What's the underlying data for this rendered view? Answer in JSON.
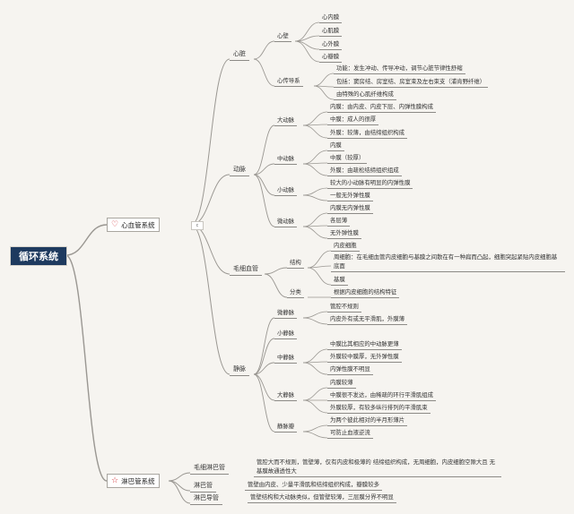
{
  "root": "循环系统",
  "icons": {
    "heart": "heart-icon",
    "star": "star-icon",
    "accent": "#d0282e",
    "root_bg": "#1e3a5f"
  },
  "cv": {
    "label": "心血管系统",
    "stub": "c",
    "heart": {
      "label": "心脏",
      "wall": {
        "label": "心壁",
        "items": [
          "心内膜",
          "心肌膜",
          "心外膜",
          "心瓣膜"
        ]
      },
      "conduct": {
        "label": "心传导系",
        "items": [
          "功能：发生冲动、传导冲动，调节心脏节律性舒缩",
          "包括：窦房结、房室结、房室束及左右束支（浦肯野纤维）",
          "由特殊的心肌纤维构成"
        ]
      }
    },
    "artery": {
      "label": "动脉",
      "large": {
        "label": "大动脉",
        "items": [
          "内膜：由内皮、内皮下层、内弹性膜构成",
          "中膜：成人的很厚",
          "外膜：较薄，由结缔组织构成"
        ]
      },
      "medium": {
        "label": "中动脉",
        "items": [
          "内膜",
          "中膜（较厚）",
          "外膜：由疏松结缔组织组成"
        ]
      },
      "small": {
        "label": "小动脉",
        "items": [
          "较大的小动脉有明显的内弹性膜",
          "一般无外弹性膜"
        ]
      },
      "micro": {
        "label": "微动脉",
        "items": [
          "内膜无内弹性膜",
          "各层薄",
          "无外弹性膜"
        ]
      }
    },
    "capillary": {
      "label": "毛细血管",
      "structure": {
        "label": "结构",
        "items": [
          "内皮细胞",
          "周细胞：在毛细血管内皮细胞与基膜之间散在有一种扁而凸起，细胞突起紧贴内皮细胞基底面",
          "基膜"
        ]
      },
      "class": {
        "label": "分类",
        "items": [
          "根据内皮细胞的结构特征"
        ]
      }
    },
    "vein": {
      "label": "静脉",
      "micro": {
        "label": "微静脉",
        "items": [
          "管腔不规则",
          "内皮外有或无平滑肌，外膜薄"
        ]
      },
      "small": {
        "label": "小静脉"
      },
      "medium": {
        "label": "中静脉",
        "items": [
          "中膜比其相应的中动脉更薄",
          "外膜较中膜厚，无外弹性膜",
          "内弹性膜不明显"
        ]
      },
      "large": {
        "label": "大静脉",
        "items": [
          "内膜较薄",
          "中膜很不发达，由稀疏的环行平滑肌组成",
          "外膜较厚，有较多纵行排列的平滑肌束"
        ]
      },
      "valve": {
        "label": "静脉瓣",
        "items": [
          "为两个彼此相对的半月形薄片",
          "可防止血液逆流"
        ]
      }
    }
  },
  "lymph": {
    "label": "淋巴管系统",
    "cap": {
      "label": "毛细淋巴管",
      "text": "管腔大而不规则，管壁薄，仅有内皮和极薄的 结缔组织构成，无周细胞，内皮细胞空隙大且 无基膜故通透性大"
    },
    "vessel": {
      "label": "淋巴管",
      "text": "管壁由内皮、少量平滑肌和结缔组织构成，瓣膜较多"
    },
    "duct": {
      "label": "淋巴导管",
      "text": "管壁结构和大动脉类似，但管壁较薄，三层膜分界不明显"
    }
  }
}
